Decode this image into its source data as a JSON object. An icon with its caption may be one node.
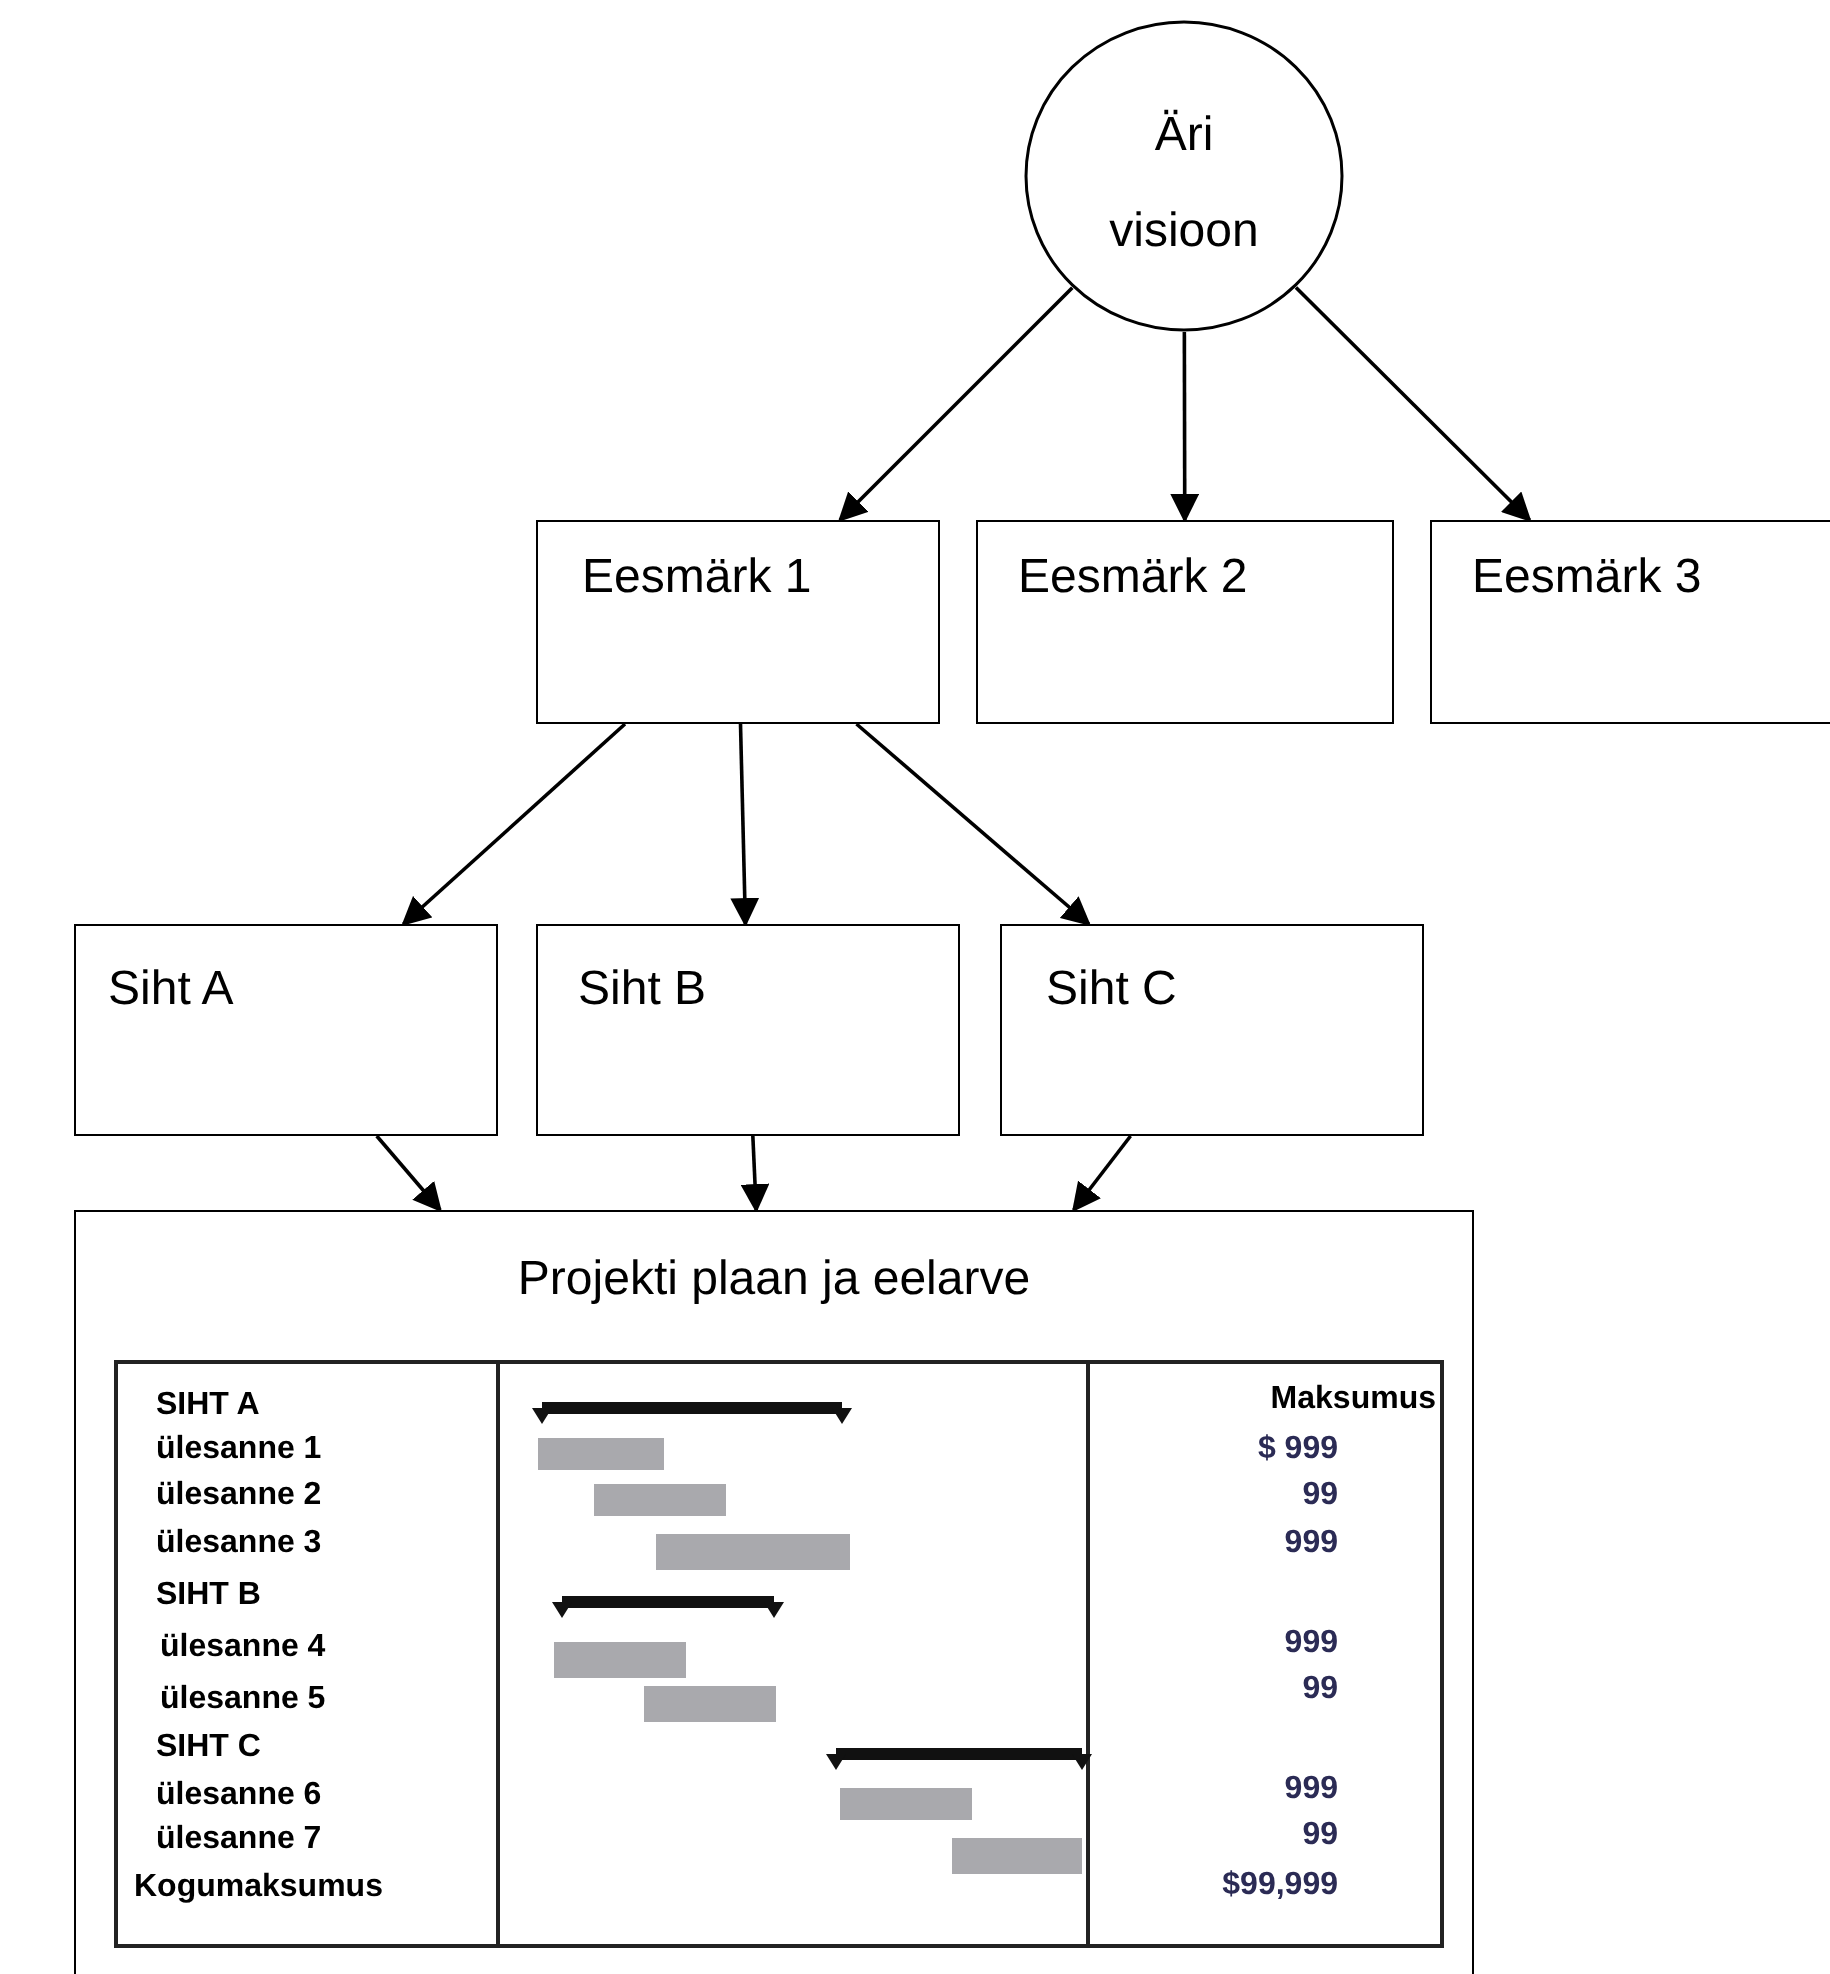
{
  "diagram": {
    "nodes": [
      {
        "text": [
          "Äri visioon"
        ]
      },
      {
        "text": [
          "Eesmärk 1"
        ]
      },
      {
        "text": [
          "Eesmärk 2"
        ]
      },
      {
        "text": [
          "Eesmärk 3"
        ]
      },
      {
        "text": [
          "Siht A"
        ]
      },
      {
        "text": [
          "Siht B"
        ]
      },
      {
        "text": [
          "Siht C"
        ]
      },
      {
        "text": [
          "Projekti plaan ja eelarve"
        ]
      }
    ],
    "edges": [
      {
        "from": 0,
        "to": 1,
        "arrow": "to"
      },
      {
        "from": 0,
        "to": 2,
        "arrow": "to"
      },
      {
        "from": 0,
        "to": 3,
        "arrow": "to"
      },
      {
        "from": 1,
        "to": 4,
        "arrow": "to"
      },
      {
        "from": 1,
        "to": 5,
        "arrow": "to"
      },
      {
        "from": 1,
        "to": 6,
        "arrow": "to"
      },
      {
        "from": 4,
        "to": 7,
        "arrow": "to"
      },
      {
        "from": 5,
        "to": 7,
        "arrow": "to"
      },
      {
        "from": 6,
        "to": 7,
        "arrow": "to"
      }
    ],
    "labels": [
      "SIHT A",
      "Maksumus",
      "ülesanne 1",
      "$ 999",
      "ülesanne 2",
      "99",
      "ülesanne 3",
      "999",
      "SIHT B",
      "ülesanne 4",
      "999",
      "ülesanne 5",
      "99",
      "SIHT C",
      "ülesanne 6",
      "999",
      "ülesanne 7",
      "99",
      "Kogumaksumus",
      "$99,999"
    ]
  }
}
